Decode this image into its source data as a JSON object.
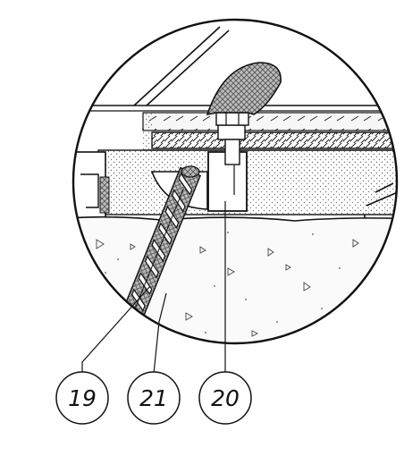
{
  "callouts": [
    {
      "id": "19",
      "label": "19"
    },
    {
      "id": "21",
      "label": "21"
    },
    {
      "id": "20",
      "label": "20"
    }
  ],
  "colors": {
    "line": "#111111",
    "background": "#ffffff",
    "concrete_fill": "#f4f4f4",
    "insulation_fill": "#d9d9d9",
    "clip_fill": "#ffffff"
  },
  "figure": {
    "type": "detail-view circle, technical line drawing",
    "texture_icon": "hatch-and-stipple"
  }
}
